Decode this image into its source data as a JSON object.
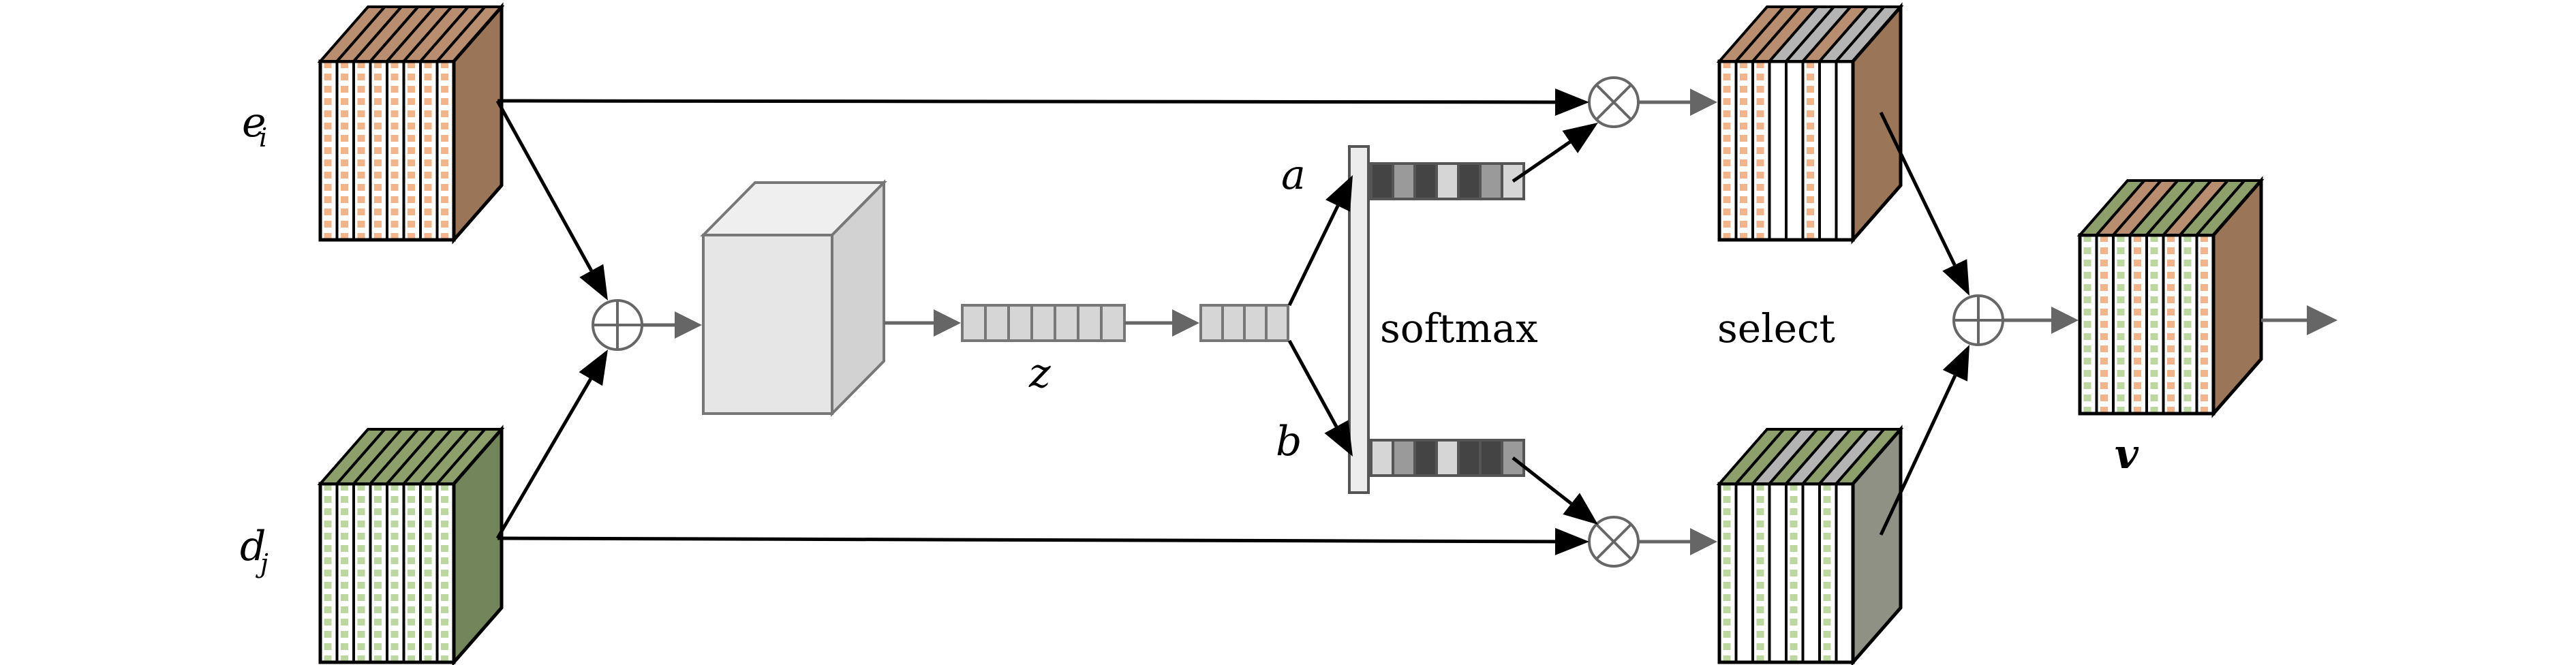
{
  "labels": {
    "e_main": "e",
    "e_sub": "i",
    "d_main": "d",
    "d_sub": "j",
    "z": "z",
    "a": "a",
    "b": "b",
    "softmax": "softmax",
    "select": "select",
    "v": "v"
  },
  "colors": {
    "copper": "#9b7558",
    "copper_top": "#b98d6f",
    "copper_stripe": "#f2b48a",
    "olive": "#73855a",
    "olive_top": "#8da06b",
    "olive_stripe": "#bcd7a0",
    "grey_side": "#8e9184",
    "grey_top": "#b4b4b4",
    "box_fill": "#e6e6e6",
    "box_edge": "#7a7a7a",
    "arrow_grey": "#666666",
    "dark_cell": "#444444",
    "mid_cell": "#9a9a9a",
    "light_cell": "#d6d6d6"
  },
  "icons": {
    "sum": "circle-plus-icon",
    "product": "circle-times-icon",
    "arrow": "arrow-icon"
  }
}
